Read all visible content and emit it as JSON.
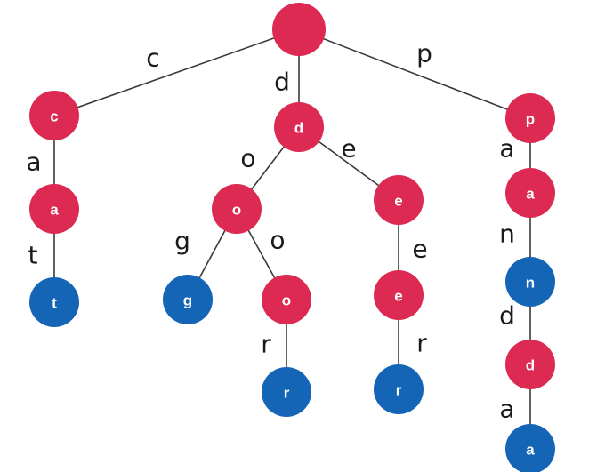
{
  "colors": {
    "inner_node": "#dc2a52",
    "terminal_node": "#1565b6",
    "edge": "#3a3a3a"
  },
  "nodes": [
    {
      "id": "root",
      "label": "",
      "terminal": false
    },
    {
      "id": "c",
      "label": "c",
      "terminal": false
    },
    {
      "id": "ca",
      "label": "a",
      "terminal": false
    },
    {
      "id": "cat",
      "label": "t",
      "terminal": true
    },
    {
      "id": "d",
      "label": "d",
      "terminal": false
    },
    {
      "id": "do",
      "label": "o",
      "terminal": false
    },
    {
      "id": "dog",
      "label": "g",
      "terminal": true
    },
    {
      "id": "doo",
      "label": "o",
      "terminal": false
    },
    {
      "id": "door",
      "label": "r",
      "terminal": true
    },
    {
      "id": "de",
      "label": "e",
      "terminal": false
    },
    {
      "id": "dee",
      "label": "e",
      "terminal": false
    },
    {
      "id": "deer",
      "label": "r",
      "terminal": true
    },
    {
      "id": "p",
      "label": "p",
      "terminal": false
    },
    {
      "id": "pa",
      "label": "a",
      "terminal": false
    },
    {
      "id": "pan",
      "label": "n",
      "terminal": true
    },
    {
      "id": "pand",
      "label": "d",
      "terminal": false
    },
    {
      "id": "panda",
      "label": "a",
      "terminal": true
    }
  ],
  "edges": [
    {
      "from": "root",
      "to": "c",
      "label": "c"
    },
    {
      "from": "root",
      "to": "d",
      "label": "d"
    },
    {
      "from": "root",
      "to": "p",
      "label": "p"
    },
    {
      "from": "c",
      "to": "ca",
      "label": "a"
    },
    {
      "from": "ca",
      "to": "cat",
      "label": "t"
    },
    {
      "from": "d",
      "to": "do",
      "label": "o"
    },
    {
      "from": "d",
      "to": "de",
      "label": "e"
    },
    {
      "from": "do",
      "to": "dog",
      "label": "g"
    },
    {
      "from": "do",
      "to": "doo",
      "label": "o"
    },
    {
      "from": "doo",
      "to": "door",
      "label": "r"
    },
    {
      "from": "de",
      "to": "dee",
      "label": "e"
    },
    {
      "from": "dee",
      "to": "deer",
      "label": "r"
    },
    {
      "from": "p",
      "to": "pa",
      "label": "a"
    },
    {
      "from": "pa",
      "to": "pan",
      "label": "n"
    },
    {
      "from": "pan",
      "to": "pand",
      "label": "d"
    },
    {
      "from": "pand",
      "to": "panda",
      "label": "a"
    }
  ]
}
